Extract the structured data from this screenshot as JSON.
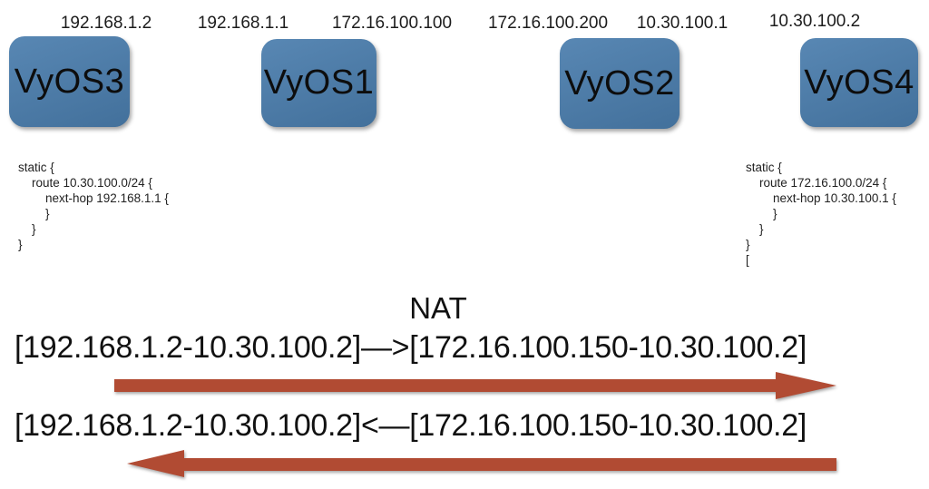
{
  "diagram": {
    "routers": [
      "VyOS3",
      "VyOS1",
      "VyOS2",
      "VyOS4"
    ],
    "ips": [
      "192.168.1.2",
      "192.168.1.1",
      "172.16.100.100",
      "172.16.100.200",
      "10.30.100.1",
      "10.30.100.2"
    ],
    "configs": {
      "vyos3": "static {\n    route 10.30.100.0/24 {\n        next-hop 192.168.1.1 {\n        }\n    }\n}",
      "vyos4": "static {\n    route 172.16.100.0/24 {\n        next-hop 10.30.100.1 {\n        }\n    }\n}\n["
    },
    "nat": {
      "title": "NAT",
      "forward": "[192.168.1.2-10.30.100.2]—>[172.16.100.150-10.30.100.2]",
      "reverse": "[192.168.1.2-10.30.100.2]<—[172.16.100.150-10.30.100.2]"
    },
    "colors": {
      "router_fill": "#4a7dad",
      "arrow": "#b14b33",
      "text": "#111111"
    }
  }
}
